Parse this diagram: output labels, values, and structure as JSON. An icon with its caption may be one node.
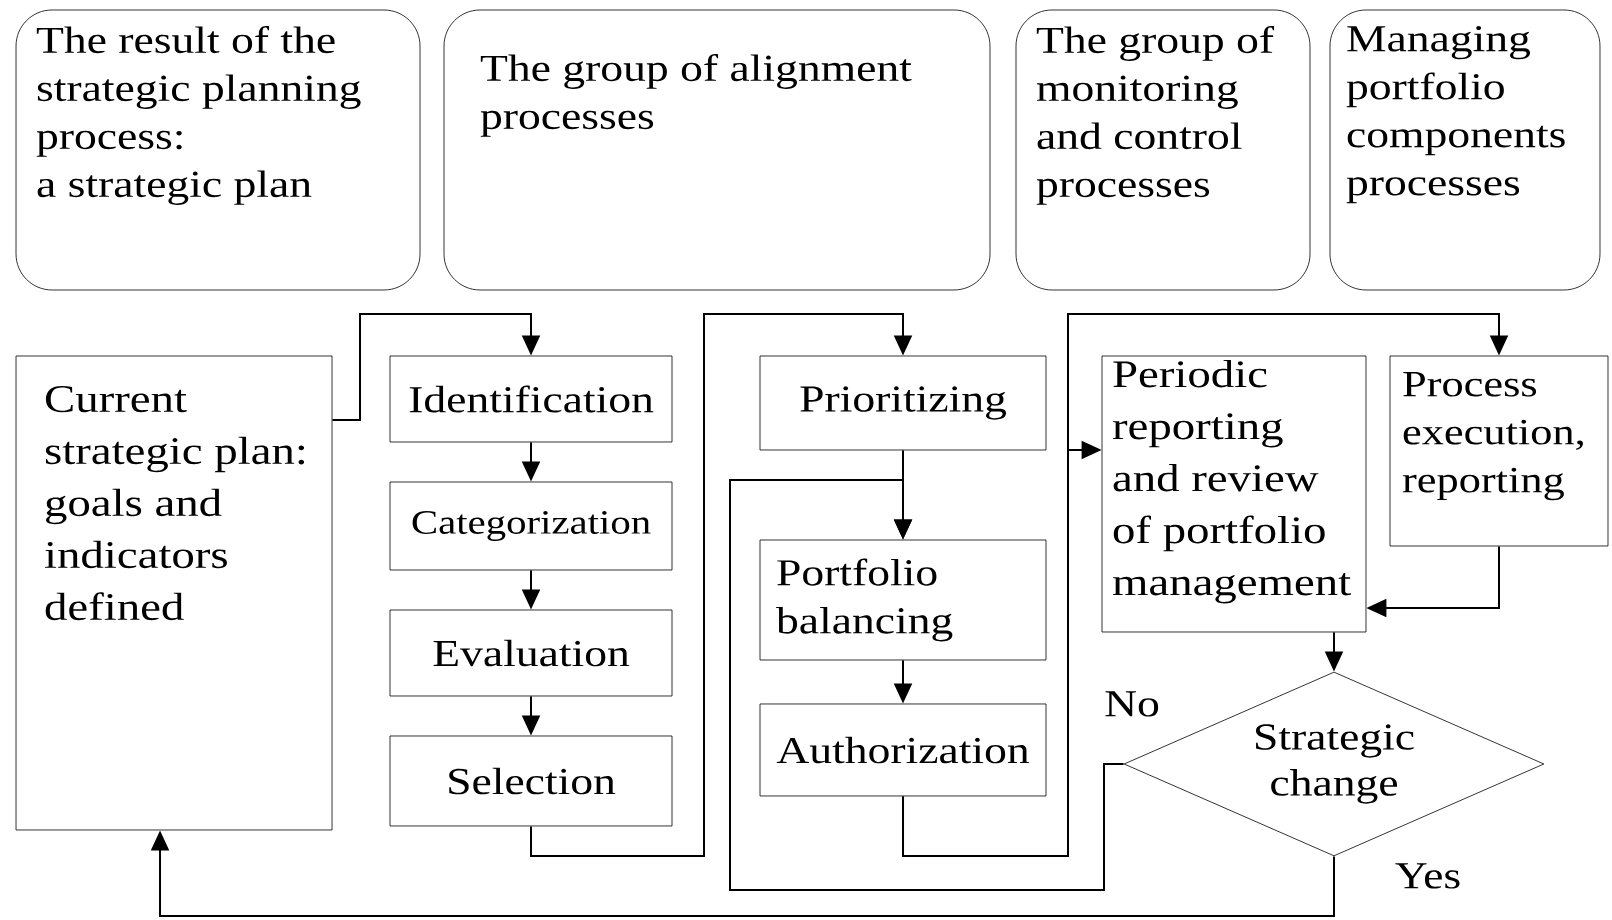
{
  "diagram": {
    "nodes": [
      {
        "text": [
          "The result of the strategic planning process:",
          "a strategic plan"
        ]
      },
      {
        "text": [
          "The group of alignment processes"
        ]
      },
      {
        "text": [
          "The group of monitoring and control processes"
        ]
      },
      {
        "text": [
          "Managing portfolio components processes"
        ]
      },
      {
        "text": [
          "Current strategic plan: goals and indicators defined"
        ]
      },
      {
        "text": [
          "Identification"
        ]
      },
      {
        "text": [
          "Categorization"
        ]
      },
      {
        "text": [
          "Evaluation"
        ]
      },
      {
        "text": [
          "Selection"
        ]
      },
      {
        "text": [
          "Prioritizing"
        ]
      },
      {
        "text": [
          "Portfolio balancing"
        ]
      },
      {
        "text": [
          "Authorization"
        ]
      },
      {
        "text": [
          "Periodic reporting and review of portfolio management"
        ]
      },
      {
        "text": [
          "Process execution, reporting"
        ]
      },
      {
        "text": [
          "Strategic change"
        ]
      }
    ],
    "edges": [
      {
        "from": 4,
        "to": 5,
        "arrow": "to"
      },
      {
        "from": 5,
        "to": 6,
        "arrow": "to"
      },
      {
        "from": 6,
        "to": 7,
        "arrow": "to"
      },
      {
        "from": 7,
        "to": 8,
        "arrow": "to"
      },
      {
        "from": 8,
        "to": 9,
        "arrow": "to"
      },
      {
        "from": 9,
        "to": 10,
        "arrow": "to"
      },
      {
        "from": 10,
        "to": 11,
        "arrow": "to"
      },
      {
        "from": 11,
        "to": 12,
        "arrow": "to"
      },
      {
        "from": 11,
        "to": 13,
        "arrow": "to"
      },
      {
        "from": 13,
        "to": 12,
        "arrow": "to"
      },
      {
        "from": 12,
        "to": 14,
        "arrow": "to"
      },
      {
        "from": 14,
        "to": 10,
        "arrow": "to",
        "label": "No"
      },
      {
        "from": 14,
        "to": 4,
        "arrow": "to",
        "label": "Yes"
      }
    ]
  }
}
